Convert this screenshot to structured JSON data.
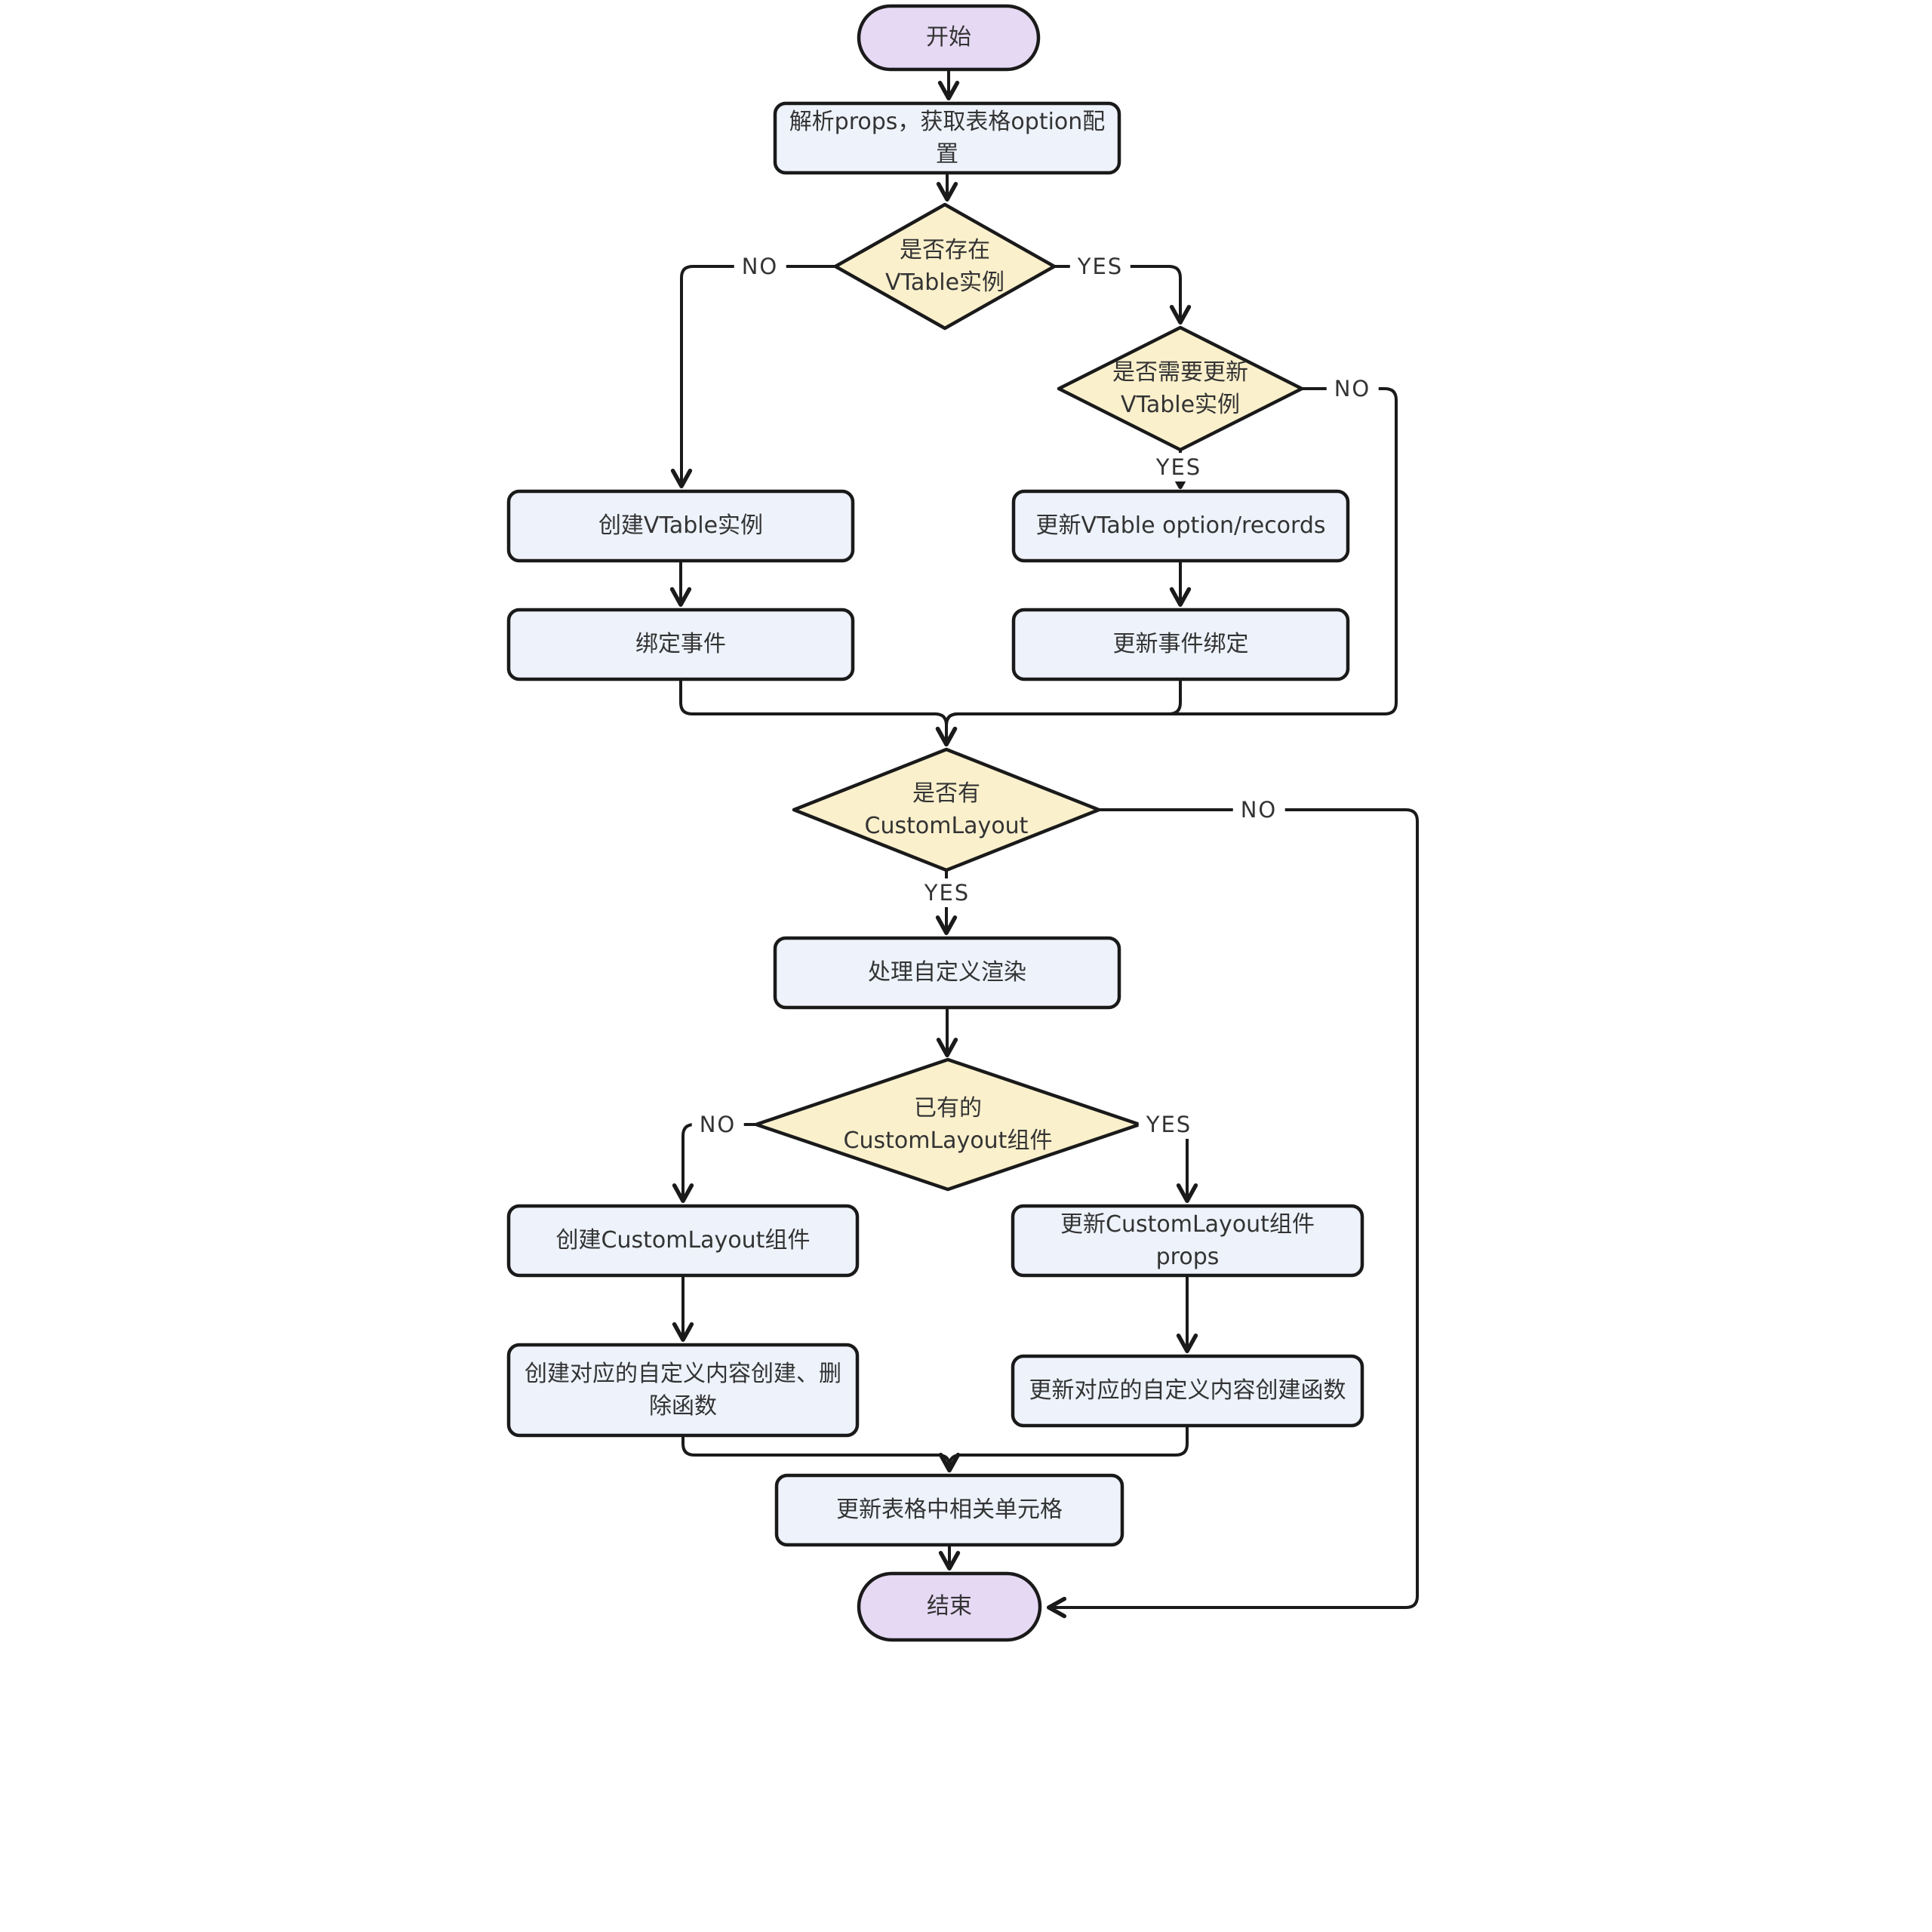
{
  "colors": {
    "pill": "#e6d9f4",
    "box": "#edf2fb",
    "diamond": "#faf0cc",
    "stroke": "#1a1a1a",
    "text": "#333333"
  },
  "labels": {
    "yes": "YES",
    "no": "NO"
  },
  "nodes": {
    "start": "开始",
    "parse": "解析props，获取表格option配置",
    "check_vtable": "是否存在\nVTable实例",
    "check_update": "是否需要更新\nVTable实例",
    "create_vtable": "创建VTable实例",
    "bind_events": "绑定事件",
    "update_option": "更新VTable option/records",
    "update_event_bind": "更新事件绑定",
    "check_custom_layout": "是否有\nCustomLayout",
    "handle_custom_render": "处理自定义渲染",
    "check_existing_component": "已有的\nCustomLayout组件",
    "create_component": "创建CustomLayout组件",
    "create_fns": "创建对应的自定义内容创建、删除函数",
    "update_props": "更新CustomLayout组件 props",
    "update_fns": "更新对应的自定义内容创建函数",
    "update_cells": "更新表格中相关单元格",
    "end": "结束"
  }
}
